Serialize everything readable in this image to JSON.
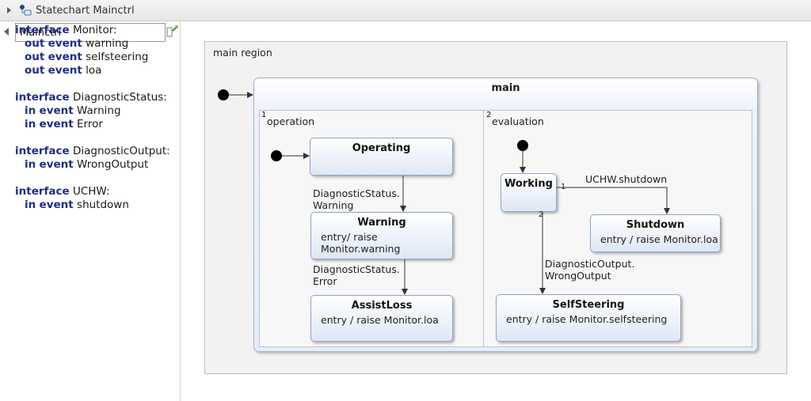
{
  "window": {
    "title": "Statechart Mainctrl"
  },
  "declarations": {
    "name_value": "Mainctrl",
    "interfaces": [
      {
        "keyword": "interface",
        "name": "Monitor:",
        "events": [
          {
            "dir": "out",
            "kw": "event",
            "name": "warning"
          },
          {
            "dir": "out",
            "kw": "event",
            "name": "selfsteering"
          },
          {
            "dir": "out",
            "kw": "event",
            "name": "loa"
          }
        ]
      },
      {
        "keyword": "interface",
        "name": "DiagnosticStatus:",
        "events": [
          {
            "dir": "in",
            "kw": "event",
            "name": "Warning"
          },
          {
            "dir": "in",
            "kw": "event",
            "name": "Error"
          }
        ]
      },
      {
        "keyword": "interface",
        "name": "DiagnosticOutput:",
        "events": [
          {
            "dir": "in",
            "kw": "event",
            "name": "WrongOutput"
          }
        ]
      },
      {
        "keyword": "interface",
        "name": "UCHW:",
        "events": [
          {
            "dir": "in",
            "kw": "event",
            "name": "shutdown"
          }
        ]
      }
    ]
  },
  "diagram": {
    "region_label": "main region",
    "main_state": "main",
    "operation": {
      "number": "1",
      "label": "operation",
      "states": {
        "operating": {
          "name": "Operating"
        },
        "warning": {
          "name": "Warning",
          "body": "entry/ raise\nMonitor.warning"
        },
        "assistloss": {
          "name": "AssistLoss",
          "body": "entry / raise Monitor.loa"
        }
      },
      "transitions": {
        "to_warning": "DiagnosticStatus.\nWarning",
        "to_assistloss": "DiagnosticStatus.\nError"
      }
    },
    "evaluation": {
      "number": "2",
      "label": "evaluation",
      "states": {
        "working": {
          "name": "Working"
        },
        "shutdown": {
          "name": "Shutdown",
          "body": "entry / raise Monitor.loa"
        },
        "selfsteering": {
          "name": "SelfSteering",
          "body": "entry / raise Monitor.selfsteering"
        }
      },
      "transitions": {
        "to_shutdown": "UCHW.shutdown",
        "to_shutdown_priority": "1",
        "to_selfsteering": "DiagnosticOutput.\nWrongOutput",
        "to_selfsteering_priority": "2"
      }
    }
  }
}
